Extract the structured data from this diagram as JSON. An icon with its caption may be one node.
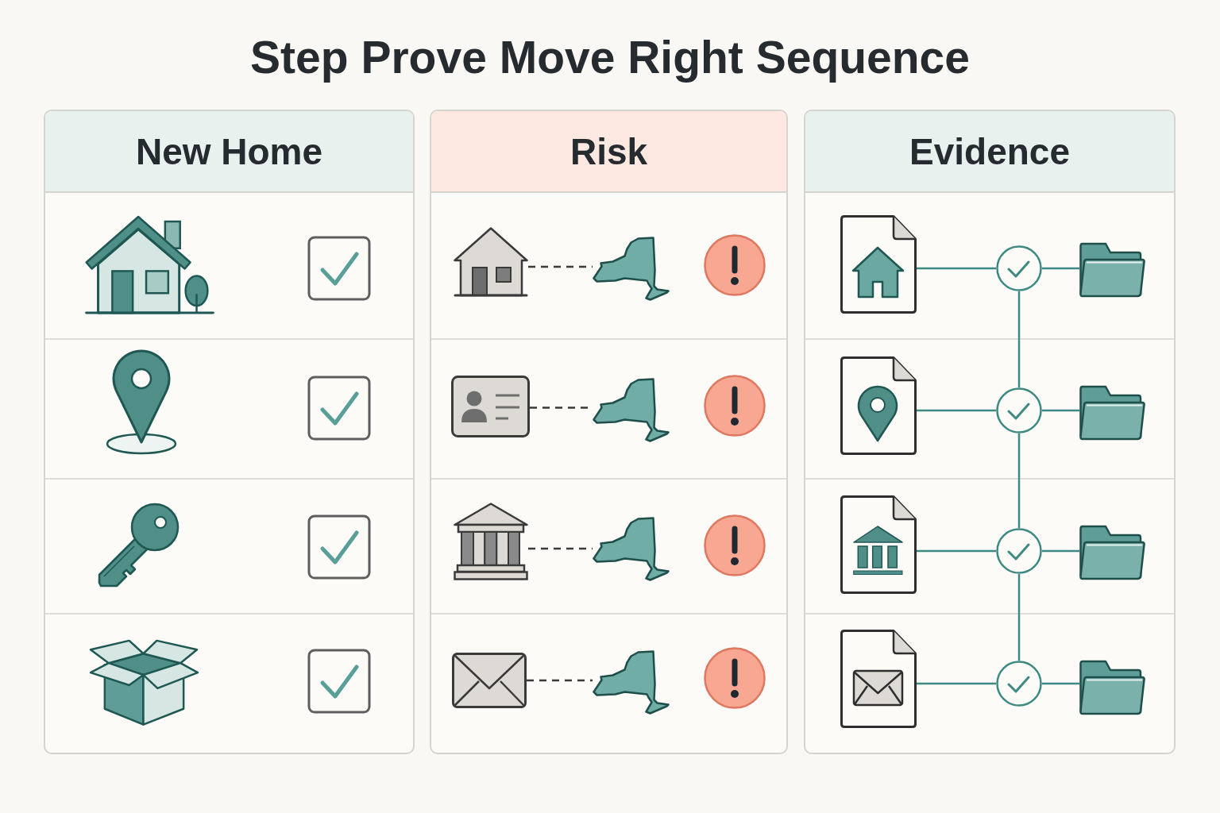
{
  "diagram": {
    "title": "Step Prove Move Right Sequence",
    "nodes": [
      {
        "text": [
          "New Home"
        ]
      },
      {
        "text": [
          "Risk"
        ]
      },
      {
        "text": [],
        "shape": "picture",
        "in": 1
      },
      {
        "text": [],
        "shape": "picture",
        "in": 1
      },
      {
        "text": [],
        "shape": "picture",
        "in": 1
      },
      {
        "text": [],
        "shape": "picture",
        "in": 1
      },
      {
        "text": [],
        "shape": "picture",
        "in": 1
      },
      {
        "text": [],
        "shape": "picture",
        "in": 1
      },
      {
        "text": [],
        "shape": "picture",
        "in": 1
      },
      {
        "text": [],
        "shape": "picture",
        "in": 1
      },
      {
        "text": [
          "Evidence"
        ]
      },
      {
        "text": [],
        "shape": "picture",
        "in": 10
      },
      {
        "text": [],
        "shape": "circle",
        "in": 10
      },
      {
        "text": [],
        "shape": "picture",
        "in": 10
      },
      {
        "text": [],
        "shape": "picture",
        "in": 10
      },
      {
        "text": [],
        "shape": "circle",
        "in": 10
      },
      {
        "text": [],
        "shape": "picture",
        "in": 10
      },
      {
        "text": [],
        "shape": "picture",
        "in": 10
      },
      {
        "text": [],
        "shape": "circle",
        "in": 10
      },
      {
        "text": [],
        "shape": "picture",
        "in": 10
      },
      {
        "text": [],
        "shape": "picture",
        "in": 10
      },
      {
        "text": [],
        "shape": "circle",
        "in": 10
      },
      {
        "text": [],
        "shape": "picture",
        "in": 10
      }
    ],
    "edges": [
      {
        "from": 2,
        "to": 3,
        "arrow": "none",
        "style": "dashed",
        "color": "#3a3a3a"
      },
      {
        "from": 4,
        "to": 5,
        "arrow": "none",
        "style": "dashed",
        "color": "#3a3a3a"
      },
      {
        "from": 6,
        "to": 7,
        "arrow": "none",
        "style": "dashed",
        "color": "#3a3a3a"
      },
      {
        "from": 8,
        "to": 9,
        "arrow": "none",
        "style": "dashed",
        "color": "#3a3a3a"
      },
      {
        "from": 11,
        "to": 12,
        "arrow": "none"
      },
      {
        "from": 12,
        "to": 13,
        "arrow": "none"
      },
      {
        "from": 14,
        "to": 15,
        "arrow": "none"
      },
      {
        "from": 15,
        "to": 16,
        "arrow": "none"
      },
      {
        "from": 17,
        "to": 18,
        "arrow": "none"
      },
      {
        "from": 18,
        "to": 19,
        "arrow": "none"
      },
      {
        "from": 20,
        "to": 21,
        "arrow": "none"
      },
      {
        "from": 21,
        "to": 22,
        "arrow": "none"
      },
      {
        "from": 12,
        "to": 15,
        "arrow": "none"
      },
      {
        "from": 15,
        "to": 18,
        "arrow": "none"
      },
      {
        "from": 18,
        "to": 21,
        "arrow": "none"
      }
    ]
  }
}
